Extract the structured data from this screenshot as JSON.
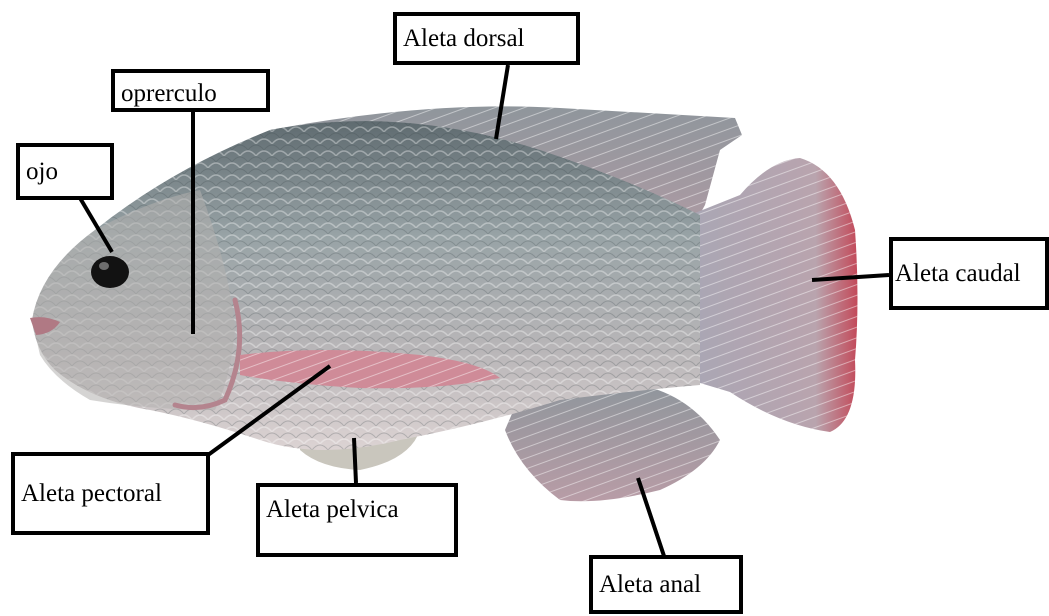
{
  "diagram": {
    "labels": {
      "ojo": "ojo",
      "operculo": "oprerculo",
      "dorsal": "Aleta dorsal",
      "caudal": "Aleta caudal",
      "pectoral": "Aleta pectoral",
      "pelvica": "Aleta pelvica",
      "anal": "Aleta anal"
    },
    "colors": {
      "body": "#9aa3a6",
      "back": "#6f7a80",
      "belly": "#d9cfcf",
      "fins": "#b79aa3",
      "fin_edge": "#c7475a",
      "eye": "#1a1a1a"
    }
  }
}
